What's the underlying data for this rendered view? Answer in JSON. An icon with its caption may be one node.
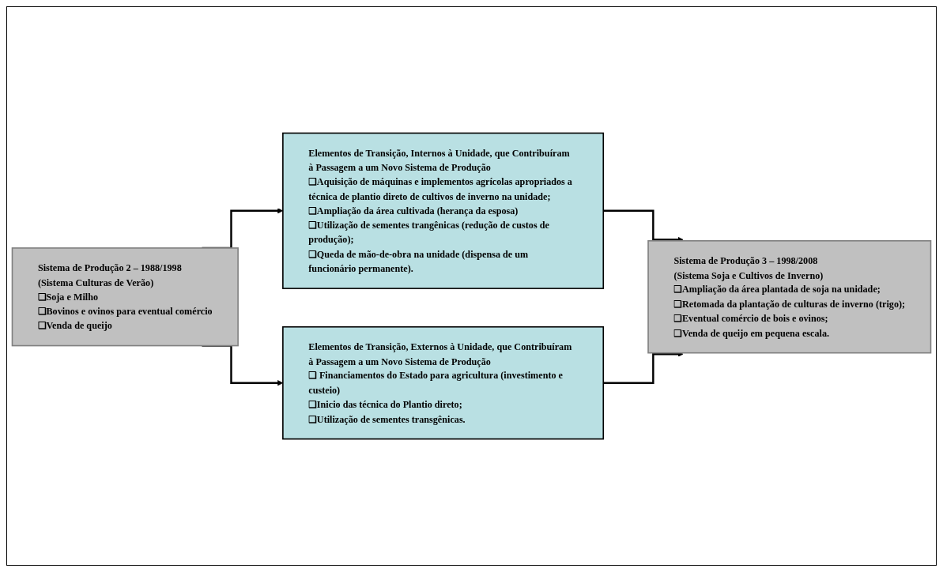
{
  "diagram": {
    "nodes": [
      {
        "text": [
          "Sistema de Produção 2 – 1988/1998",
          "(Sistema Culturas de Verão)",
          "❑Soja e Milho",
          "❑Bovinos e ovinos para eventual comércio",
          "❑Venda de queijo"
        ]
      },
      {
        "text": [
          "Elementos de Transição, Internos à Unidade, que Contribuíram à Passagem a um Novo Sistema de Produção",
          "❑Aquisição de máquinas e implementos agrícolas apropriados a técnica de plantio direto de cultivos de inverno na unidade;",
          "❑Ampliação da área cultivada (herança da esposa)",
          "❑Utilização de sementes trangênicas (redução de custos de produção);",
          "❑Queda de mão-de-obra na unidade (dispensa de um funcionário permanente)."
        ]
      },
      {
        "text": [
          "Sistema de Produção 3 – 1998/2008",
          "(Sistema Soja e Cultivos de Inverno)",
          "❑Ampliação da área plantada de soja na unidade;",
          "❑Retomada da plantação de culturas de inverno (trigo);",
          "❑Eventual comércio de bois e ovinos;",
          "❑Venda de queijo em pequena escala."
        ]
      },
      {
        "text": [
          "Elementos de Transição, Externos à Unidade, que Contribuíram à Passagem a um Novo Sistema de Produção",
          "❑ Financiamentos do Estado para agricultura (investimento e custeio)",
          "❑Inicio das técnica do Plantio direto;",
          "❑Utilização de sementes transgênicas."
        ]
      }
    ],
    "edges": [
      {
        "from": 0,
        "to": 1,
        "arrow": "to"
      },
      {
        "from": 1,
        "to": 2,
        "arrow": "to"
      },
      {
        "from": 0,
        "to": 3,
        "arrow": "to"
      },
      {
        "from": 3,
        "to": 2,
        "arrow": "to"
      }
    ]
  }
}
